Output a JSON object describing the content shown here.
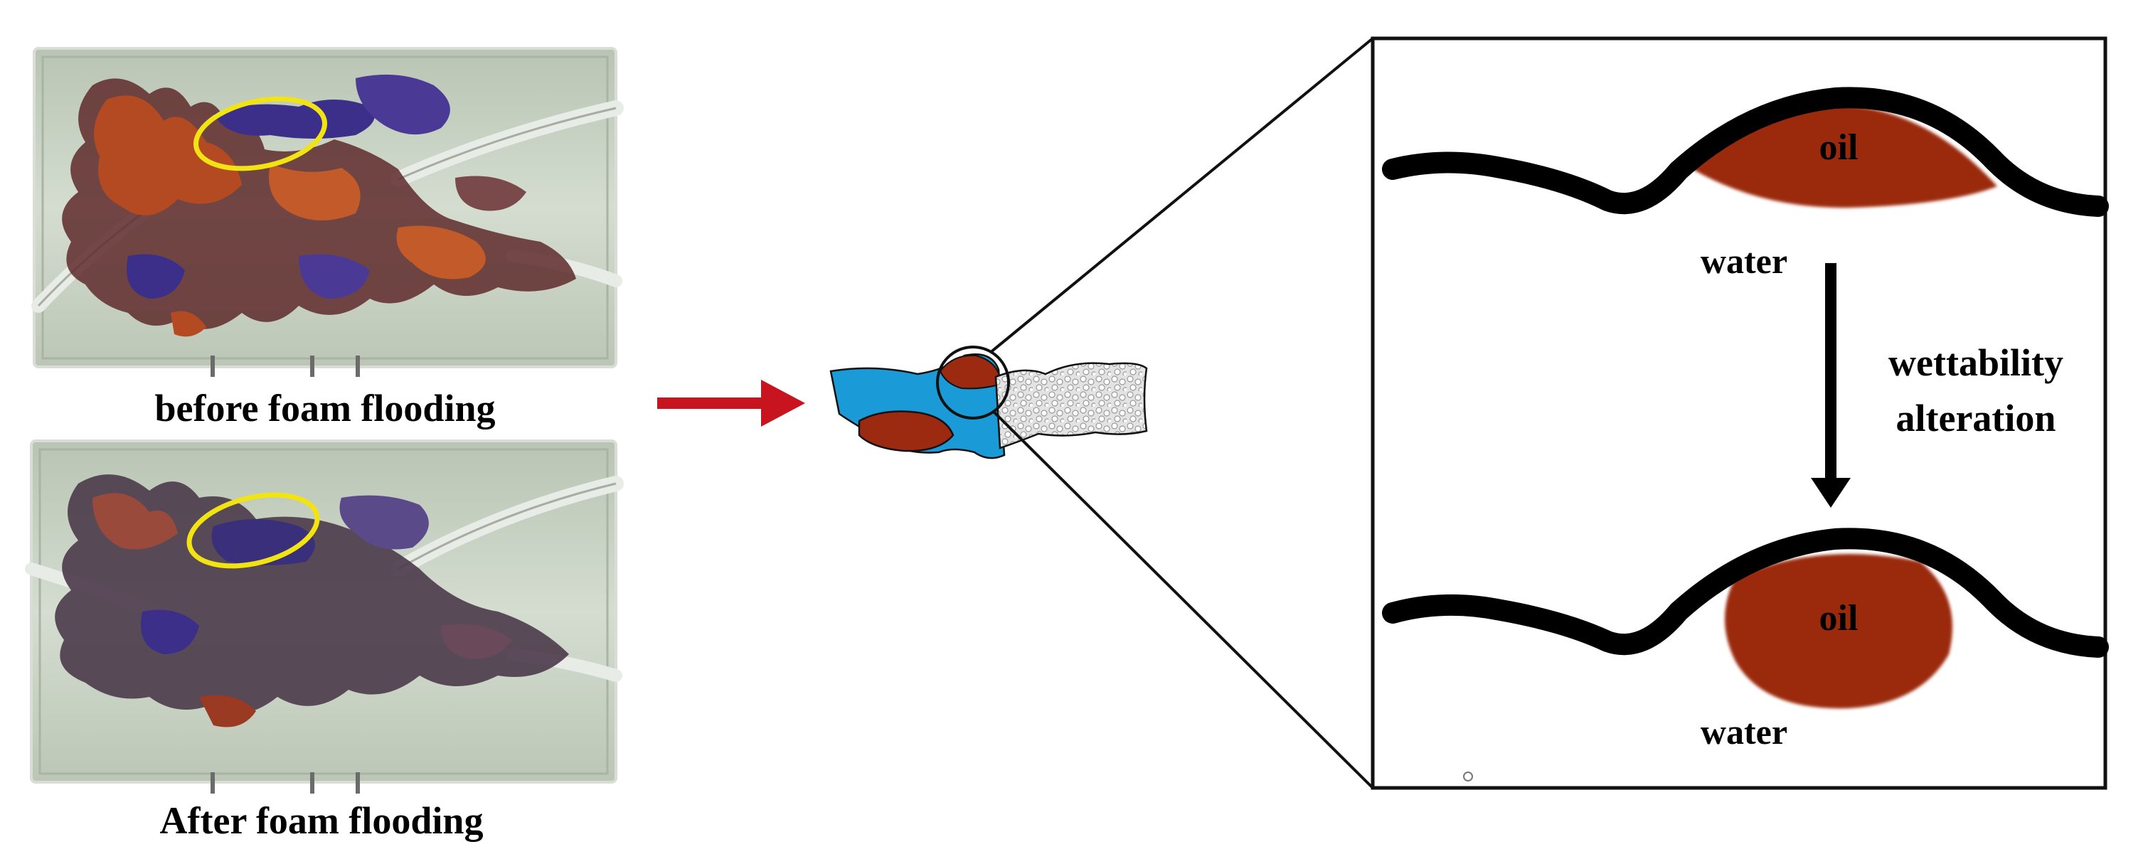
{
  "photos": {
    "before_caption": "before foam flooding",
    "after_caption": "After foam flooding"
  },
  "detail": {
    "top_oil_label": "oil",
    "top_water_label": "water",
    "process_label_line1": "wettability",
    "process_label_line2": "alteration",
    "bottom_oil_label": "oil",
    "bottom_water_label": "water"
  },
  "colors": {
    "oil": "#9b2a10",
    "water": "#1a9ad6",
    "arrow": "#c8141e",
    "pore_wall": "#000000",
    "highlight_ellipse": "#f2e312",
    "plate_background": "#c9d3c3",
    "sand": "#dedede"
  }
}
